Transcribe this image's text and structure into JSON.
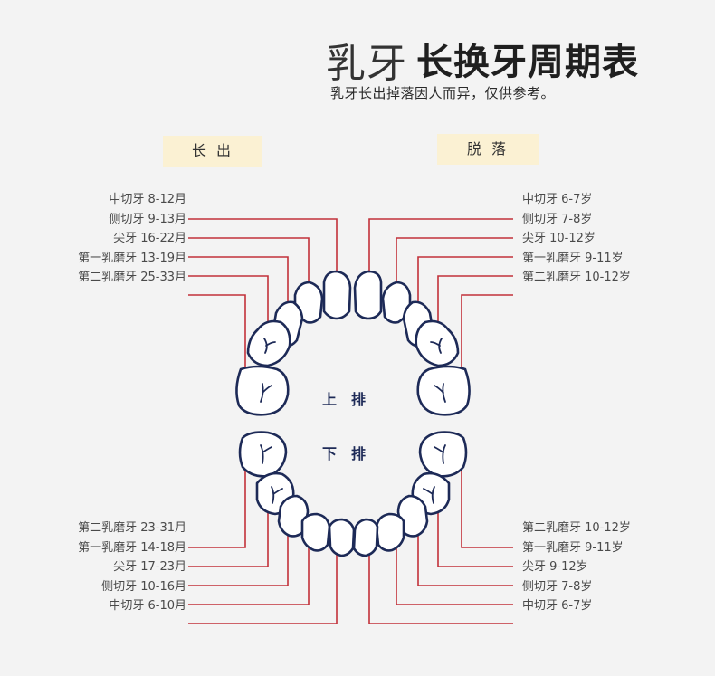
{
  "title": {
    "light": "乳牙",
    "bold": "长换牙周期表"
  },
  "subtitle": "乳牙长出掉落因人而异，仅供参考。",
  "headers": {
    "erupt": "长 出",
    "shed": "脱 落"
  },
  "jaw_labels": {
    "upper": "上　排",
    "lower": "下　排"
  },
  "upper_erupt": [
    "中切牙 8-12月",
    "侧切牙 9-13月",
    "尖牙 16-22月",
    "第一乳磨牙 13-19月",
    "第二乳磨牙 25-33月"
  ],
  "upper_shed": [
    "中切牙 6-7岁",
    "侧切牙 7-8岁",
    "尖牙 10-12岁",
    "第一乳磨牙 9-11岁",
    "第二乳磨牙 10-12岁"
  ],
  "lower_erupt": [
    "第二乳磨牙 23-31月",
    "第一乳磨牙 14-18月",
    "尖牙 17-23月",
    "侧切牙 10-16月",
    "中切牙 6-10月"
  ],
  "lower_shed": [
    "第二乳磨牙 10-12岁",
    "第一乳磨牙 9-11岁",
    "尖牙 9-12岁",
    "侧切牙 7-8岁",
    "中切牙 6-7岁"
  ],
  "colors": {
    "line": "#c2313a",
    "tooth_stroke": "#1d2a57",
    "badge": "#fbf1d3",
    "background": "#f3f3f3"
  }
}
